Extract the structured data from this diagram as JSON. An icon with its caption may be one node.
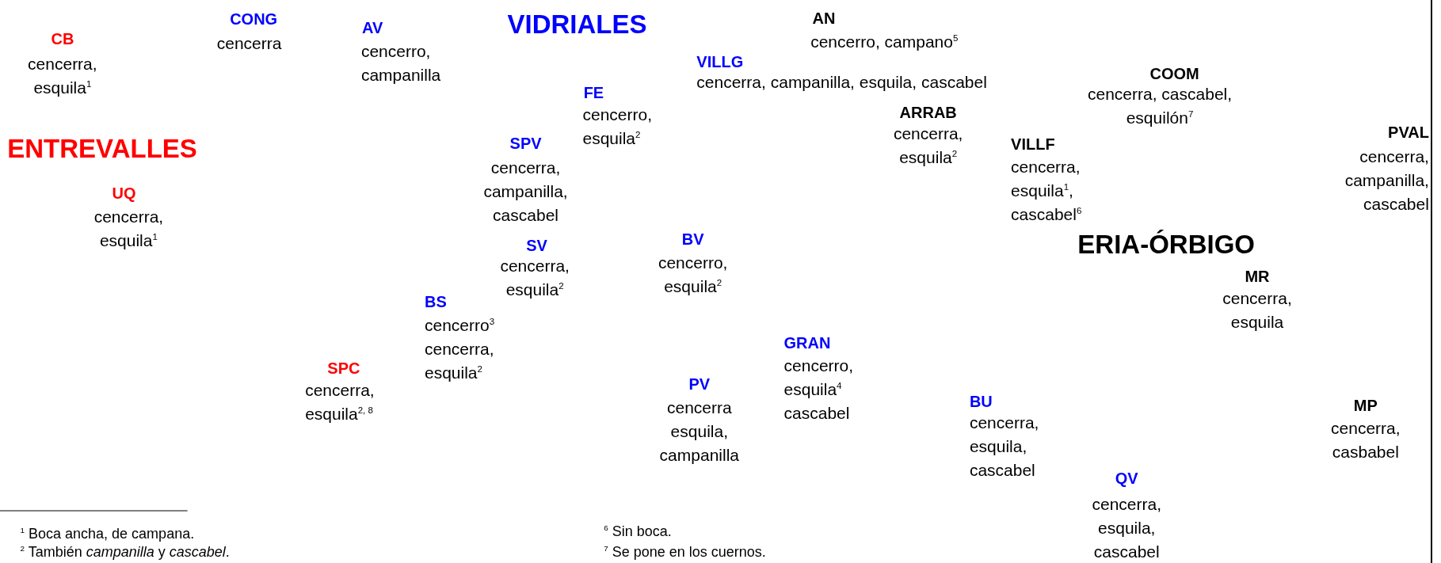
{
  "diagram": {
    "labels": [
      "CONG",
      "cencerra",
      "AN",
      "VIDRIALES",
      "AV",
      "CB",
      "cencerro, campanilla",
      "cencerro, campano$^{5}$",
      "cencerra, esquila$^{1}$",
      "VILLG",
      "cencerra, campanilla, esquila, cascabel",
      "COOM",
      "cencerra, cascabel, esquilón$^{7}$",
      "FE",
      "cencerro, esquila$^{2}$",
      "ARRAB",
      "cencerra, esquila$^{2}$",
      "PVAL",
      "cencerra, campanilla, cascabel",
      "ENTREVALLES",
      "SPV",
      "cencerra, campanilla, cascabel",
      "VILLF",
      "cencerra, esquila$^{1}$, cascabel$^{6}$",
      "UQ",
      "cencerra, esquila$^{1}$",
      "BV",
      "cencerro, esquila$^{2}$",
      "ERIA-ÓRBIGO",
      "SV",
      "cencerra, esquila$^{2}$",
      "MR",
      "cencerra, esquila",
      "BS",
      "cencerro$^{3}$ cencerra, esquila$^{2}$",
      "GRAN",
      "cencerro, esquila$^{4}$ cascabel",
      "SPC",
      "cencerra, esquila$^{2, 8}$",
      "PV",
      "cencerra esquila, campanilla",
      "BU",
      "cencerra, esquila, cascabel",
      "MP",
      "cencerra, casbabel",
      "QV",
      "cencerra, esquila, cascabel",
      "$^{1}$ Boca ancha, de campana.",
      "$^{6}$ Sin boca.",
      "$^{2}$ También *campanilla* y *cascabel*.",
      "$^{7}$ Se pone en los cuernos."
    ]
  }
}
